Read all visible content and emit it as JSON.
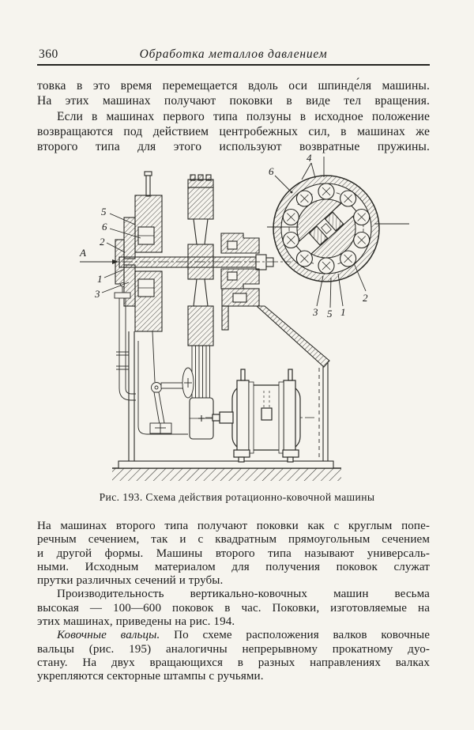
{
  "page": {
    "number": "360",
    "header_title": "Обработка металлов давлением"
  },
  "upper_text": {
    "lines": [
      "товка в это время перемещается вдоль оси шпинде́ля машины.",
      "На этих машинах получают поковки в виде тел вращения.",
      "Если в машинах первого типа ползуны в исходное положение",
      "возвращаются под действием центробежных сил, в машинах же",
      "второго типа для этого используют возвратные пружины."
    ]
  },
  "figure": {
    "caption": "Рис. 193. Схема действия ротационно-ковочной машины",
    "labels": {
      "m5": "5",
      "m6": "6",
      "m2": "2",
      "mA": "А",
      "m1": "1",
      "m3": "3",
      "c4": "4",
      "c6": "6",
      "c3": "3",
      "c5": "5",
      "c1": "1",
      "c2": "2"
    }
  },
  "lower_text": {
    "p1_lines": [
      "На машинах второго типа получают поковки как с круглым попе-",
      "речным сечением, так и с квадратным прямоугольным сечением",
      "и другой формы. Машины второго типа называют универсаль-",
      "ными. Исходным материалом для получения поковок служат",
      "прутки различных сечений и трубы."
    ],
    "p2_lines": [
      "Производительность вертикально-ковочных машин весьма",
      "высокая — 100—600 поковок в час. Поковки, изготовляемые на",
      "этих машинах, приведены на рис. 194."
    ],
    "p3_lead": "Ковочные вальцы.",
    "p3_rest": "По схеме расположения валков ковочные",
    "p3_lines": [
      "вальцы (рис. 195) аналогичны непрерывному прокатному дуо-",
      "стану. На двух вращающихся в разных направлениях валках",
      "укрепляются секторные штампы с ручьями."
    ]
  }
}
